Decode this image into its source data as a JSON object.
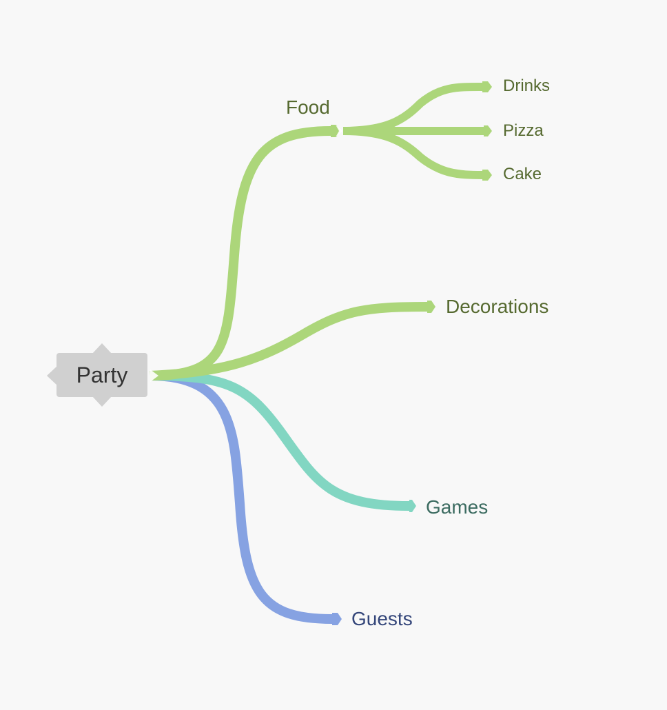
{
  "root": {
    "label": "Party",
    "box_color": "#d0d0d0",
    "text_color": "#333333"
  },
  "branches": [
    {
      "key": "food",
      "label": "Food",
      "color": "#acd67a",
      "text_color": "#55692f",
      "children": [
        {
          "key": "drinks",
          "label": "Drinks"
        },
        {
          "key": "pizza",
          "label": "Pizza"
        },
        {
          "key": "cake",
          "label": "Cake"
        }
      ]
    },
    {
      "key": "decorations",
      "label": "Decorations",
      "color": "#acd67a",
      "text_color": "#55692f",
      "children": []
    },
    {
      "key": "games",
      "label": "Games",
      "color": "#82d6c2",
      "text_color": "#3b6b60",
      "children": []
    },
    {
      "key": "guests",
      "label": "Guests",
      "color": "#86a2e2",
      "text_color": "#34467a",
      "children": []
    }
  ]
}
